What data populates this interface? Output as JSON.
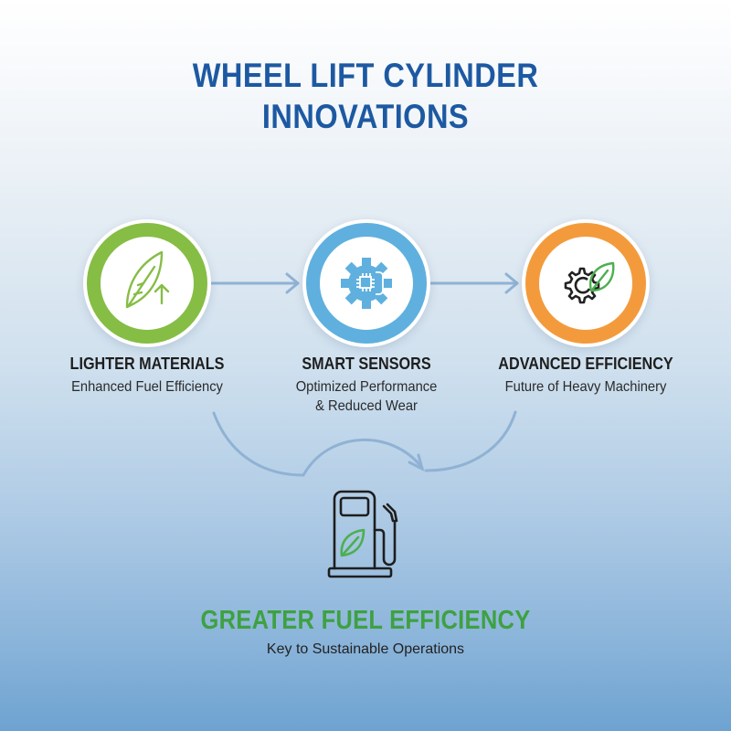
{
  "title": {
    "line1": "WHEEL LIFT CYLINDER",
    "line2": "INNOVATIONS",
    "color": "#1d59a2"
  },
  "steps": [
    {
      "icon": "feather-up-arrow-icon",
      "ring_color": "#86bd45",
      "heading": "LIGHTER MATERIALS",
      "subtitle_lines": [
        "Enhanced Fuel Efficiency"
      ]
    },
    {
      "icon": "gear-chip-sensor-icon",
      "ring_color": "#5fb0de",
      "heading": "SMART SENSORS",
      "subtitle_lines": [
        "Optimized Performance",
        "& Reduced Wear"
      ]
    },
    {
      "icon": "gear-leaf-icon",
      "ring_color": "#f39b3c",
      "heading": "ADVANCED EFFICIENCY",
      "subtitle_lines": [
        "Future of Heavy Machinery"
      ]
    }
  ],
  "connector_color": "#8fb2d4",
  "outcome": {
    "icon": "fuel-pump-leaf-icon",
    "heading": "GREATER FUEL EFFICIENCY",
    "heading_color": "#3ea141",
    "subtitle": "Key to Sustainable Operations"
  }
}
